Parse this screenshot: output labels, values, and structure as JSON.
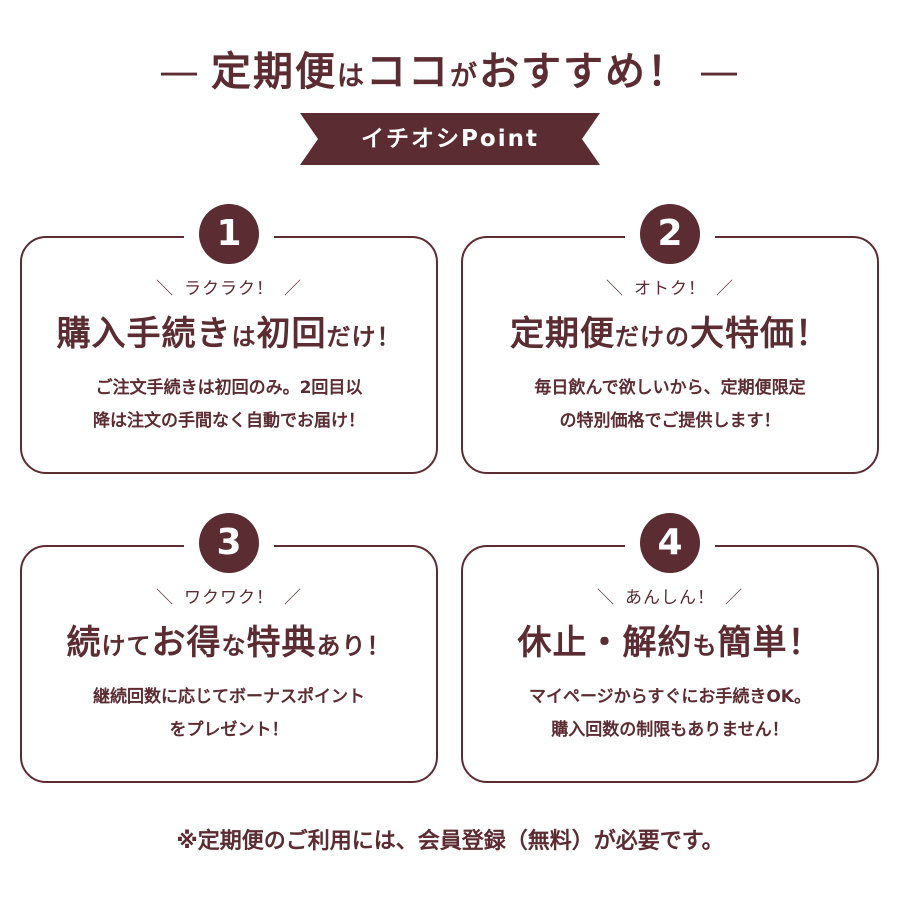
{
  "header": {
    "dash_left": "—",
    "title_main1": "定期便",
    "title_small1": "は",
    "title_main2": "ココ",
    "title_small2": "が",
    "title_main3": "おすすめ！",
    "dash_right": "—",
    "ribbon": "イチオシPoint"
  },
  "cards": [
    {
      "number": "1",
      "tag": "ラクラク！",
      "headline": [
        {
          "text": "購入手続き",
          "small": false
        },
        {
          "text": "は",
          "small": true
        },
        {
          "text": "初回",
          "small": false
        },
        {
          "text": "だけ！",
          "small": true
        }
      ],
      "body_lines": [
        "ご注文手続きは初回のみ。2回目以",
        "降は注文の手間なく自動でお届け！"
      ]
    },
    {
      "number": "2",
      "tag": "オトク！",
      "headline": [
        {
          "text": "定期便",
          "small": false
        },
        {
          "text": "だけの",
          "small": true
        },
        {
          "text": "大特価！",
          "small": false
        }
      ],
      "body_lines": [
        "毎日飲んで欲しいから、定期便限定",
        "の特別価格でご提供します！"
      ]
    },
    {
      "number": "3",
      "tag": "ワクワク！",
      "headline": [
        {
          "text": "続",
          "small": false
        },
        {
          "text": "けて",
          "small": true
        },
        {
          "text": "お得",
          "small": false
        },
        {
          "text": "な",
          "small": true
        },
        {
          "text": "特典",
          "small": false
        },
        {
          "text": "あり！",
          "small": true
        }
      ],
      "body_lines": [
        "継続回数に応じてボーナスポイント",
        "をプレゼント！"
      ]
    },
    {
      "number": "4",
      "tag": "あんしん！",
      "headline": [
        {
          "text": "休止・解約",
          "small": false
        },
        {
          "text": "も",
          "small": true
        },
        {
          "text": "簡単！",
          "small": false
        }
      ],
      "body_lines": [
        "マイページからすぐにお手続きOK。",
        "購入回数の制限もありません！"
      ]
    }
  ],
  "footer": {
    "note": "※定期便のご利用には、会員登録（無料）が必要です。"
  },
  "colors": {
    "brand": "#5b2c31",
    "background": "#ffffff"
  }
}
